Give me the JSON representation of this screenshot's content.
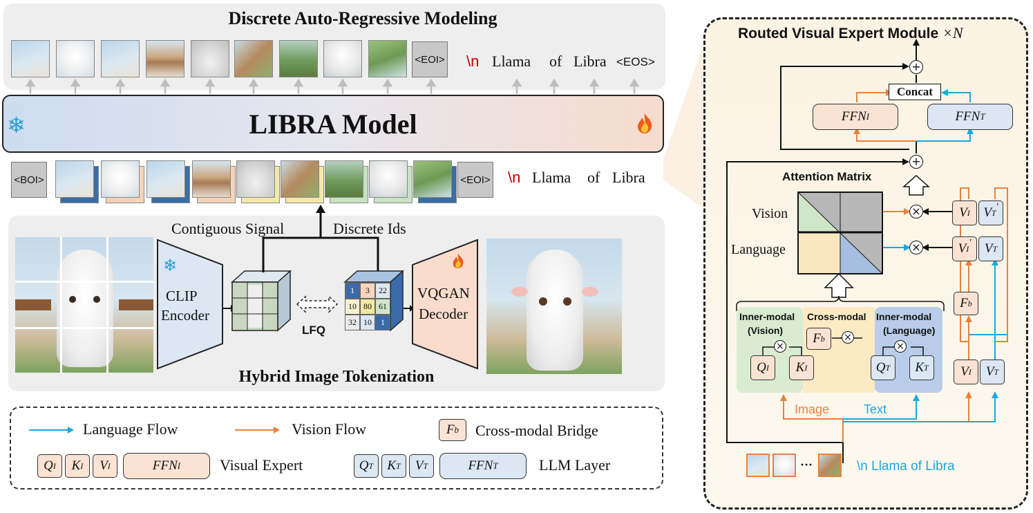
{
  "top": {
    "title": "Discrete Auto-Regressive Modeling",
    "eoi": "<EOI>",
    "newline": "\\n",
    "words": [
      "Llama",
      "of",
      "Libra"
    ],
    "eos": "<EOS>"
  },
  "model": {
    "title": "LIBRA Model",
    "snowflake": "❄",
    "fire": "🔥"
  },
  "input_row": {
    "boi": "<BOI>",
    "eoi": "<EOI>",
    "newline": "\\n",
    "words": [
      "Llama",
      "of",
      "Libra"
    ]
  },
  "tokenization": {
    "contiguous_label": "Contiguous Signal",
    "discrete_label": "Discrete Ids",
    "clip_line1": "CLIP",
    "clip_line2": "Encoder",
    "lfq": "LFQ",
    "vqgan_line1": "VQGAN",
    "vqgan_line2": "Decoder",
    "ids": [
      "1",
      "3",
      "22",
      "10",
      "80",
      "61",
      "32",
      "10",
      "1"
    ],
    "title": "Hybrid Image Tokenization"
  },
  "legend": {
    "language_flow": "Language Flow",
    "vision_flow": "Vision Flow",
    "fb": "F",
    "fb_sub": "b",
    "bridge": "Cross-modal Bridge",
    "qi": "Q",
    "qi_sub": "I",
    "ki": "K",
    "ki_sub": "I",
    "vi": "V",
    "vi_sub": "I",
    "ffni": "FFN",
    "ffni_sub": "I",
    "visual_expert": "Visual Expert",
    "qt": "Q",
    "qt_sub": "T",
    "kt": "K",
    "kt_sub": "T",
    "vt": "V",
    "vt_sub": "T",
    "ffnt": "FFN",
    "ffnt_sub": "T",
    "llm_layer": "LLM Layer",
    "language_color": "#1aa7e0",
    "vision_color": "#e8823a"
  },
  "module": {
    "title": "Routed Visual Expert Module",
    "times_n": "×N",
    "concat": "Concat",
    "ffni": "FFN",
    "ffni_sub": "I",
    "ffnt": "FFN",
    "ffnt_sub": "T",
    "attention_title": "Attention Matrix",
    "vision_label": "Vision",
    "language_label": "Language",
    "inner_vision_1": "Inner-modal",
    "inner_vision_2": "(Vision)",
    "cross_modal": "Cross-modal",
    "inner_lang_1": "Inner-modal",
    "inner_lang_2": "(Language)",
    "image_label": "Image",
    "text_label": "Text",
    "ellipsis": "···",
    "input_text": "\\n Llama of Libra",
    "plus": "+",
    "times": "×"
  }
}
